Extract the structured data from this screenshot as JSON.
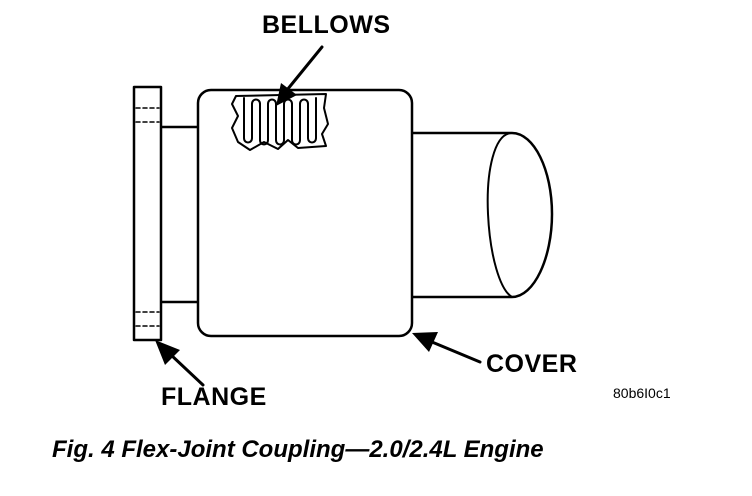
{
  "labels": {
    "bellows": "BELLOWS",
    "cover": "COVER",
    "flange": "FLANGE"
  },
  "reference_code": "80b6I0c1",
  "caption": "Fig. 4 Flex-Joint Coupling—2.0/2.4L Engine",
  "colors": {
    "ink": "#000000",
    "paper": "#ffffff"
  }
}
